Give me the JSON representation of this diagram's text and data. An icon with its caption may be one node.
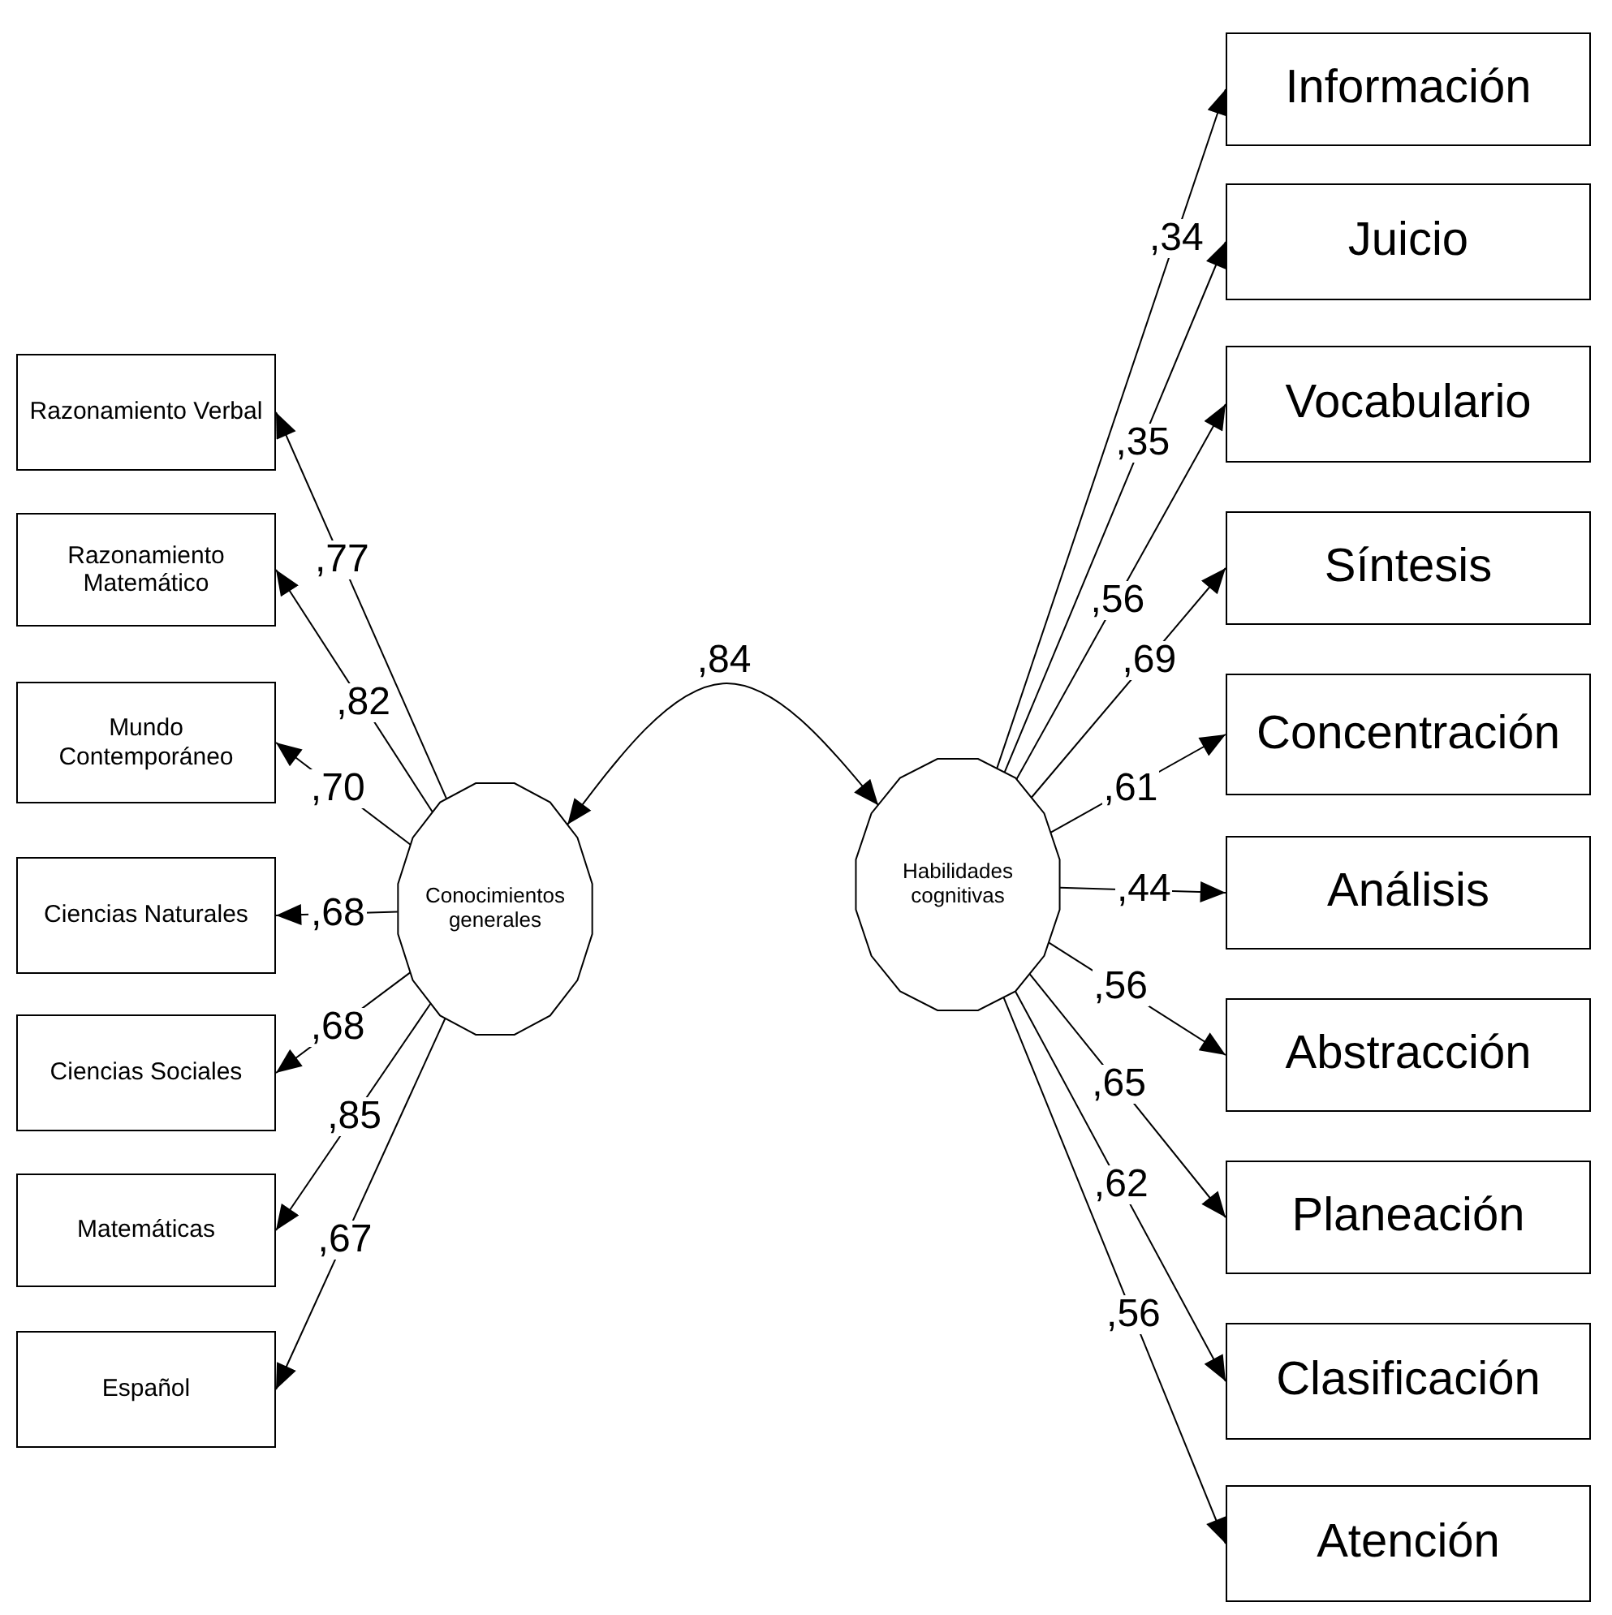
{
  "diagram": {
    "nodes": [
      {
        "text": [
          "Razonamiento Verbal"
        ]
      },
      {
        "text": [
          "Razonamiento Matemático"
        ]
      },
      {
        "text": [
          "Mundo Contemporáneo"
        ]
      },
      {
        "text": [
          "Ciencias Naturales"
        ]
      },
      {
        "text": [
          "Ciencias Sociales"
        ]
      },
      {
        "text": [
          "Matemáticas"
        ]
      },
      {
        "text": [
          "Español"
        ]
      },
      {
        "text": [
          "Conocimientos generales"
        ]
      },
      {
        "text": [
          "Habilidades cognitivas"
        ]
      },
      {
        "text": [
          "Información"
        ]
      },
      {
        "text": [
          "Juicio"
        ]
      },
      {
        "text": [
          "Vocabulario"
        ]
      },
      {
        "text": [
          "Síntesis"
        ]
      },
      {
        "text": [
          "Concentración"
        ]
      },
      {
        "text": [
          "Análisis"
        ]
      },
      {
        "text": [
          "Abstracción"
        ]
      },
      {
        "text": [
          "Planeación"
        ]
      },
      {
        "text": [
          "Clasificación"
        ]
      },
      {
        "text": [
          "Atención"
        ]
      }
    ],
    "edges": [
      {
        "from": 7,
        "to": 0,
        "arrow": "to",
        "label": ",77"
      },
      {
        "from": 7,
        "to": 1,
        "arrow": "to",
        "label": ",82"
      },
      {
        "from": 7,
        "to": 2,
        "arrow": "to",
        "label": ",70"
      },
      {
        "from": 7,
        "to": 3,
        "arrow": "to",
        "label": ",68"
      },
      {
        "from": 7,
        "to": 4,
        "arrow": "to",
        "label": ",68"
      },
      {
        "from": 7,
        "to": 5,
        "arrow": "to",
        "label": ",85"
      },
      {
        "from": 7,
        "to": 6,
        "arrow": "to",
        "label": ",67"
      },
      {
        "from": 7,
        "to": 8,
        "arrow": "both",
        "label": ",84"
      },
      {
        "from": 8,
        "to": 9,
        "arrow": "to",
        "label": ",34"
      },
      {
        "from": 8,
        "to": 10,
        "arrow": "to",
        "label": ",35"
      },
      {
        "from": 8,
        "to": 11,
        "arrow": "to",
        "label": ",56"
      },
      {
        "from": 8,
        "to": 12,
        "arrow": "to",
        "label": ",69"
      },
      {
        "from": 8,
        "to": 13,
        "arrow": "to",
        "label": ",61"
      },
      {
        "from": 8,
        "to": 14,
        "arrow": "to",
        "label": ",44"
      },
      {
        "from": 8,
        "to": 15,
        "arrow": "to",
        "label": ",56"
      },
      {
        "from": 8,
        "to": 16,
        "arrow": "to",
        "label": ",65"
      },
      {
        "from": 8,
        "to": 17,
        "arrow": "to",
        "label": ",62"
      },
      {
        "from": 8,
        "to": 18,
        "arrow": "to",
        "label": ",56"
      }
    ]
  }
}
